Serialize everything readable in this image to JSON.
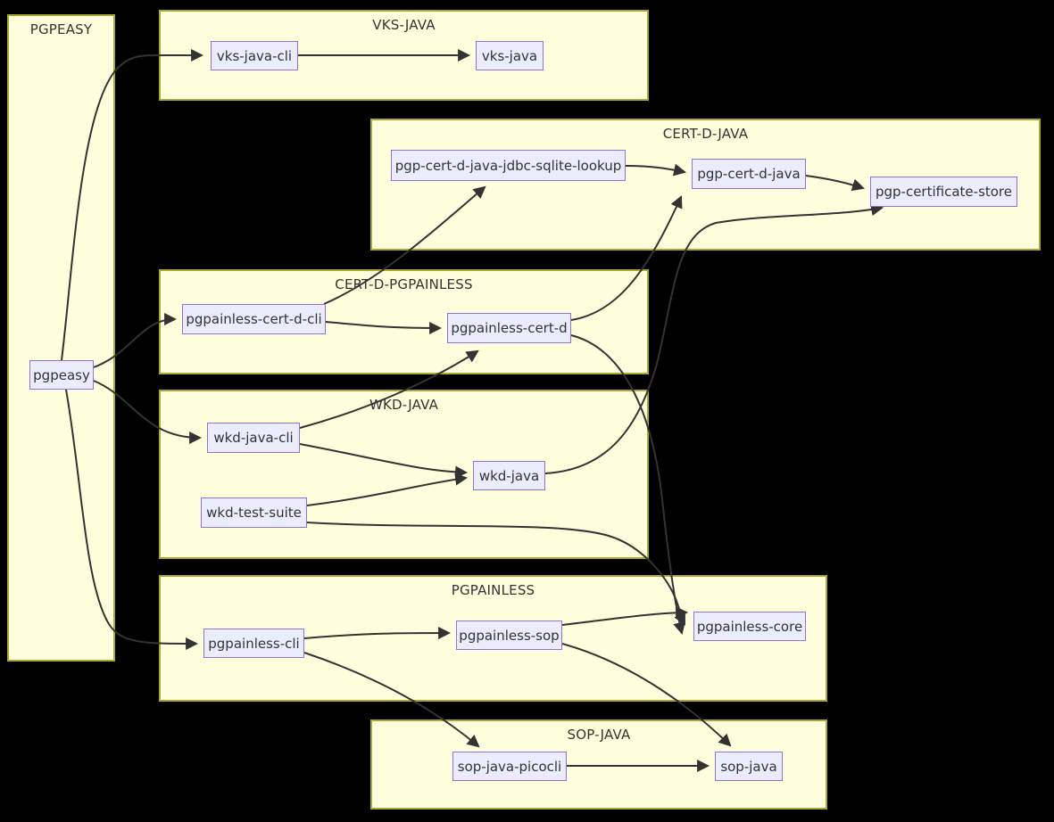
{
  "diagram_type": "dependency-flowchart",
  "colors": {
    "background": "#000000",
    "group_fill": "#ffffde",
    "group_border": "#aaaa33",
    "node_fill": "#ECECFF",
    "node_border": "#9370DB",
    "edge": "#333333",
    "text": "#333333"
  },
  "groups": {
    "pgpeasy": {
      "title": "PGPEASY"
    },
    "vks": {
      "title": "VKS-JAVA"
    },
    "certd_java": {
      "title": "CERT-D-JAVA"
    },
    "certd_pgpainless": {
      "title": "CERT-D-PGPAINLESS"
    },
    "wkd": {
      "title": "WKD-JAVA"
    },
    "pgpainless": {
      "title": "PGPAINLESS"
    },
    "sop": {
      "title": "SOP-JAVA"
    }
  },
  "nodes": {
    "pgpeasy": {
      "label": "pgpeasy"
    },
    "vks_java_cli": {
      "label": "vks-java-cli"
    },
    "vks_java": {
      "label": "vks-java"
    },
    "jdbc_lookup": {
      "label": "pgp-cert-d-java-jdbc-sqlite-lookup"
    },
    "pgp_cert_d_java": {
      "label": "pgp-cert-d-java"
    },
    "pgp_certificate_store": {
      "label": "pgp-certificate-store"
    },
    "pgpainless_cert_d_cli": {
      "label": "pgpainless-cert-d-cli"
    },
    "pgpainless_cert_d": {
      "label": "pgpainless-cert-d"
    },
    "wkd_java_cli": {
      "label": "wkd-java-cli"
    },
    "wkd_test_suite": {
      "label": "wkd-test-suite"
    },
    "wkd_java": {
      "label": "wkd-java"
    },
    "pgpainless_cli": {
      "label": "pgpainless-cli"
    },
    "pgpainless_sop": {
      "label": "pgpainless-sop"
    },
    "pgpainless_core": {
      "label": "pgpainless-core"
    },
    "sop_java_picocli": {
      "label": "sop-java-picocli"
    },
    "sop_java": {
      "label": "sop-java"
    }
  },
  "edges": [
    {
      "from": "pgpeasy",
      "to": "vks-java-cli"
    },
    {
      "from": "pgpeasy",
      "to": "pgpainless-cert-d-cli"
    },
    {
      "from": "pgpeasy",
      "to": "wkd-java-cli"
    },
    {
      "from": "pgpeasy",
      "to": "pgpainless-cli"
    },
    {
      "from": "vks-java-cli",
      "to": "vks-java"
    },
    {
      "from": "pgp-cert-d-java-jdbc-sqlite-lookup",
      "to": "pgp-cert-d-java"
    },
    {
      "from": "pgp-cert-d-java",
      "to": "pgp-certificate-store"
    },
    {
      "from": "pgpainless-cert-d-cli",
      "to": "pgpainless-cert-d"
    },
    {
      "from": "pgpainless-cert-d-cli",
      "to": "pgp-cert-d-java-jdbc-sqlite-lookup"
    },
    {
      "from": "pgpainless-cert-d",
      "to": "pgp-cert-d-java"
    },
    {
      "from": "pgpainless-cert-d",
      "to": "pgpainless-core"
    },
    {
      "from": "wkd-java-cli",
      "to": "pgpainless-cert-d"
    },
    {
      "from": "wkd-java-cli",
      "to": "wkd-java"
    },
    {
      "from": "wkd-test-suite",
      "to": "wkd-java"
    },
    {
      "from": "wkd-test-suite",
      "to": "pgpainless-core"
    },
    {
      "from": "wkd-java",
      "to": "pgp-certificate-store"
    },
    {
      "from": "pgpainless-cli",
      "to": "pgpainless-sop"
    },
    {
      "from": "pgpainless-cli",
      "to": "sop-java-picocli"
    },
    {
      "from": "pgpainless-sop",
      "to": "pgpainless-core"
    },
    {
      "from": "pgpainless-sop",
      "to": "sop-java"
    },
    {
      "from": "sop-java-picocli",
      "to": "sop-java"
    }
  ]
}
